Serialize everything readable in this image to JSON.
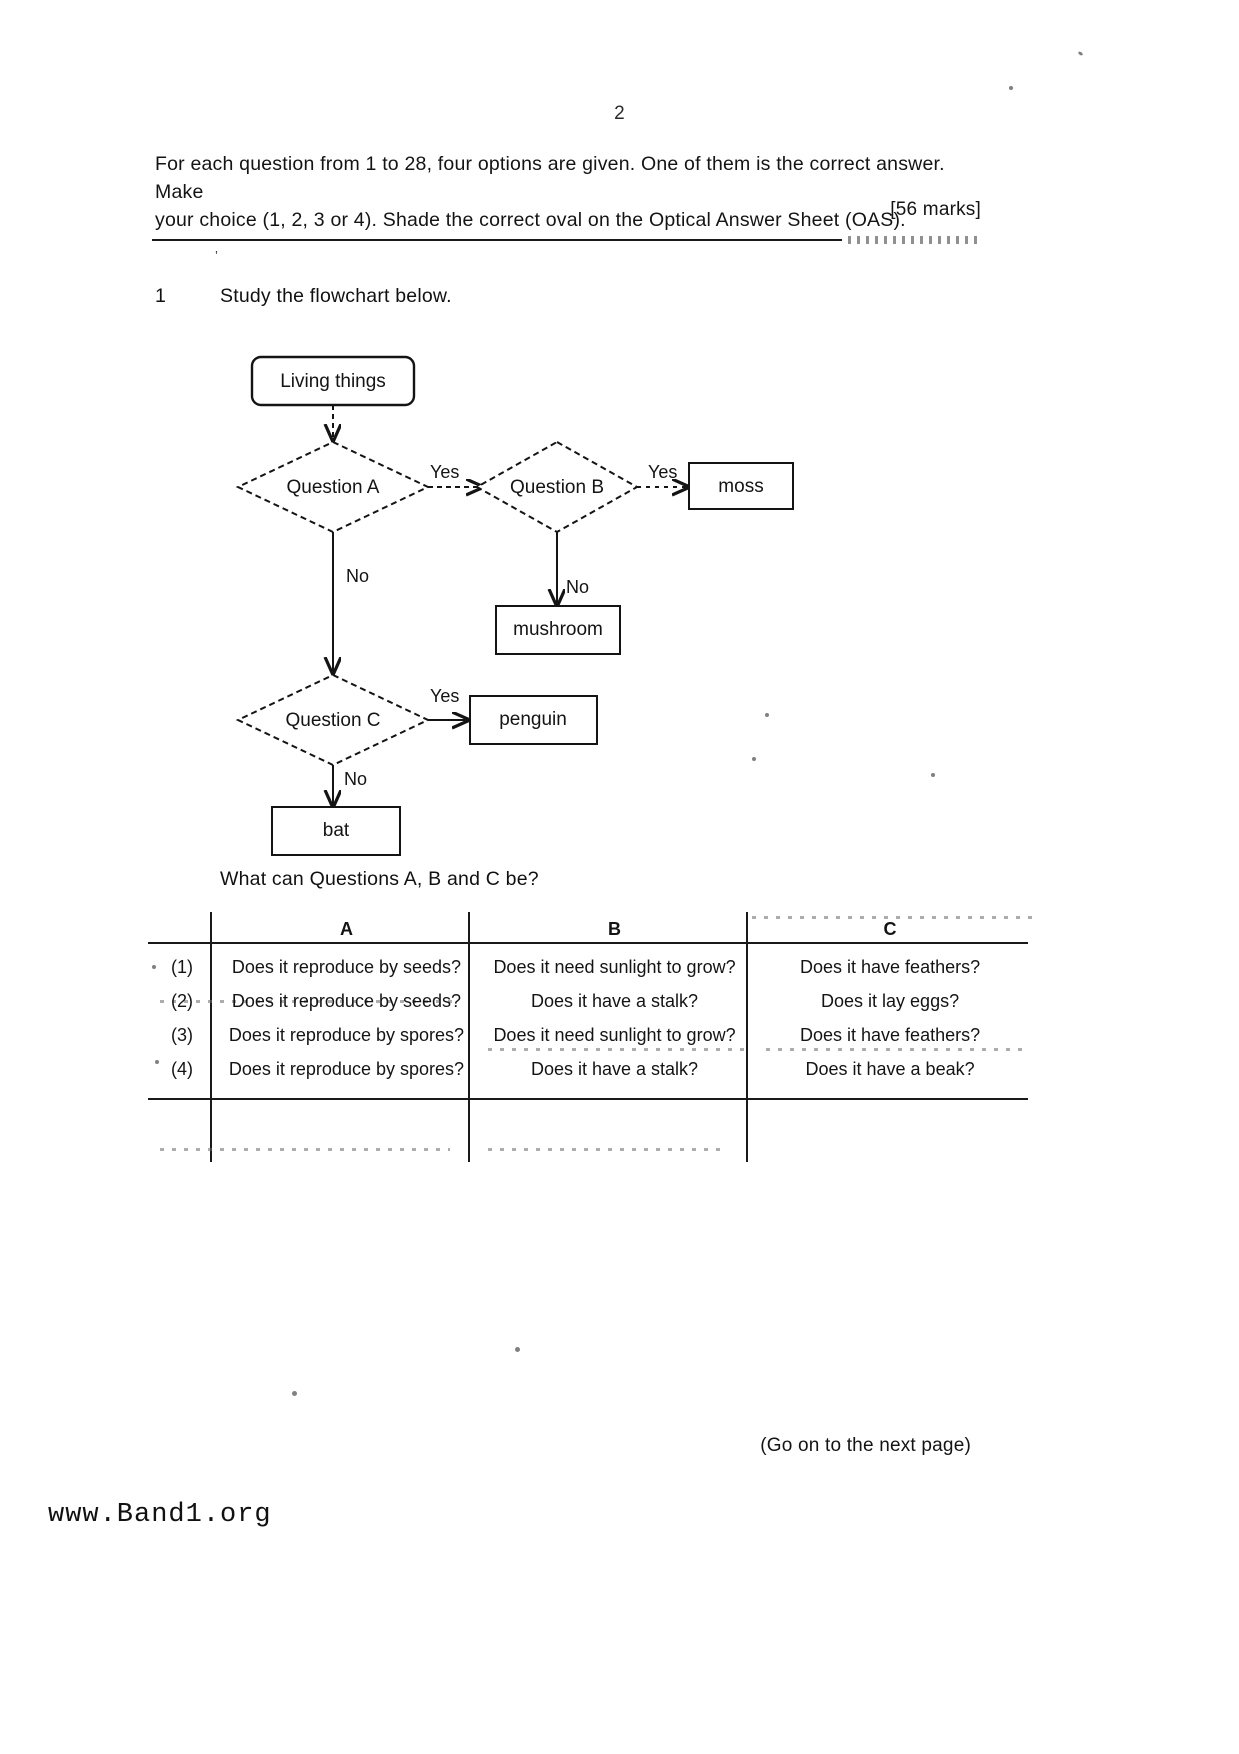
{
  "page": {
    "number": "2",
    "watermark": "www.Band1.org",
    "footer_note": "(Go on to the next page)"
  },
  "instructions": {
    "line1": "For each question from 1 to 28, four options are given. One of them is the correct answer. Make",
    "line2": "your choice (1, 2, 3 or 4). Shade the correct oval on the Optical Answer Sheet (OAS).",
    "marks": "[56 marks]"
  },
  "question": {
    "number": "1",
    "stem": "Study the flowchart below.",
    "prompt": "What can Questions A, B and C be?"
  },
  "flowchart": {
    "nodes": {
      "start": "Living things",
      "q_a": "Question A",
      "q_b": "Question B",
      "q_c": "Question C",
      "moss": "moss",
      "mushroom": "mushroom",
      "penguin": "penguin",
      "bat": "bat"
    },
    "edges": {
      "a_yes": "Yes",
      "a_no": "No",
      "b_yes": "Yes",
      "b_no": "No",
      "c_yes": "Yes",
      "c_no": "No"
    }
  },
  "options_table": {
    "headers": [
      "",
      "A",
      "B",
      "C"
    ],
    "rows": [
      {
        "label": "(1)",
        "a": "Does it reproduce by seeds?",
        "b": "Does it need sunlight to grow?",
        "c": "Does it have feathers?"
      },
      {
        "label": "(2)",
        "a": "Does it reproduce by seeds?",
        "b": "Does it have a stalk?",
        "c": "Does it lay eggs?"
      },
      {
        "label": "(3)",
        "a": "Does it reproduce by spores?",
        "b": "Does it need sunlight to grow?",
        "c": "Does it have feathers?"
      },
      {
        "label": "(4)",
        "a": "Does it reproduce by spores?",
        "b": "Does it have a stalk?",
        "c": "Does it have a beak?"
      }
    ]
  }
}
